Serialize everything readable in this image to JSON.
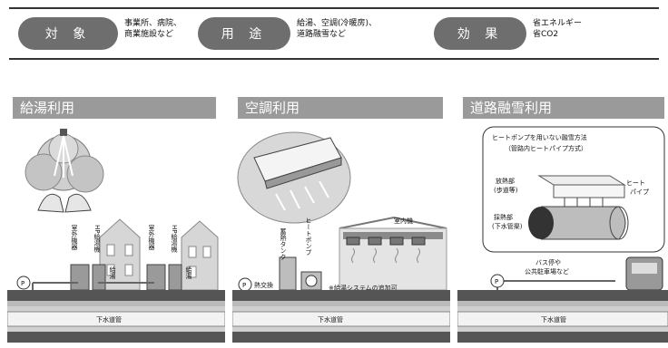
{
  "header": {
    "target": {
      "label": "対 象",
      "desc": "事業所、病院、\n商業施設など"
    },
    "usage": {
      "label": "用 途",
      "desc": "給湯、空調(冷暖房)、\n道路融雪など"
    },
    "effect": {
      "label": "効 果",
      "desc": "省エネルギー\n省CO2"
    }
  },
  "panels": {
    "hot_water": {
      "title": "給湯利用",
      "pump_mark": "P",
      "outdoor_unit_1": "室外機器",
      "hp_unit_1": "HP給湯機",
      "storage_1": "給湯",
      "outdoor_unit_2": "室外機器",
      "hp_unit_2": "HP給湯機",
      "storage_2": "給湯",
      "sewer": "下水道管"
    },
    "air_conditioning": {
      "title": "空調利用",
      "pump_mark": "P",
      "heat_exchanger": "熱交換",
      "storage_tank": "蓄熱タンク",
      "heat_pump": "ヒートポンプ",
      "indoor_unit": "室内機",
      "note": "※給湯システムの追加可",
      "sewer": "下水道管"
    },
    "snow_melting": {
      "title": "道路融雪利用",
      "inset_title_1": "ヒートポンプを用いない融雪方法",
      "inset_title_2": "（管路内ヒートパイプ方式）",
      "radiator": "放熱部",
      "radiator_sub": "(歩道等)",
      "heat_pipe_1": "ヒート",
      "heat_pipe_2": "パイプ",
      "collector": "採熱部",
      "collector_sub": "(下水管渠)",
      "pump_mark": "P",
      "bus_1": "バス停や",
      "bus_2": "公共駐車場など",
      "sewer": "下水道管"
    }
  }
}
